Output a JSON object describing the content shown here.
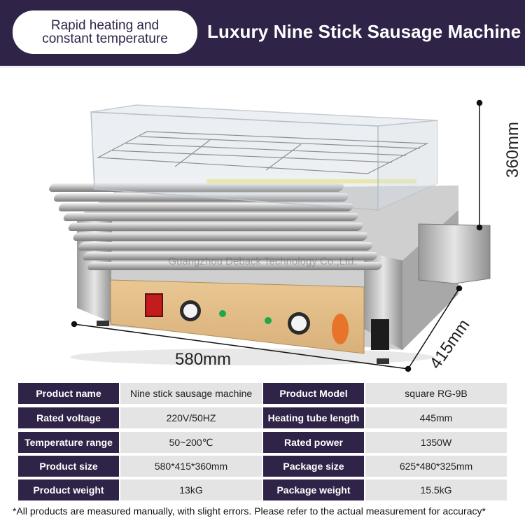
{
  "header": {
    "tagline_line1": "Rapid heating and",
    "tagline_line2": "constant temperature",
    "title": "Luxury Nine Stick Sausage Machine"
  },
  "image": {
    "watermark": "Guangzhou Deback Technology Co.,Ltd.",
    "dim_width": "580mm",
    "dim_height": "360mm",
    "dim_depth": "415mm"
  },
  "specs": [
    {
      "label1": "Product name",
      "value1": "Nine stick sausage machine",
      "label2": "Product Model",
      "value2": "square RG-9B"
    },
    {
      "label1": "Rated voltage",
      "value1": "220V/50HZ",
      "label2": "Heating tube length",
      "value2": "445mm"
    },
    {
      "label1": "Temperature range",
      "value1": "50~200℃",
      "label2": "Rated power",
      "value2": "1350W"
    },
    {
      "label1": "Product size",
      "value1": "580*415*360mm",
      "label2": "Package size",
      "value2": "625*480*325mm"
    },
    {
      "label1": "Product weight",
      "value1": "13kG",
      "label2": "Package weight",
      "value2": "15.5kG"
    }
  ],
  "footnote": "*All products are measured manually, with slight errors. Please refer to the actual measurement for accuracy*"
}
